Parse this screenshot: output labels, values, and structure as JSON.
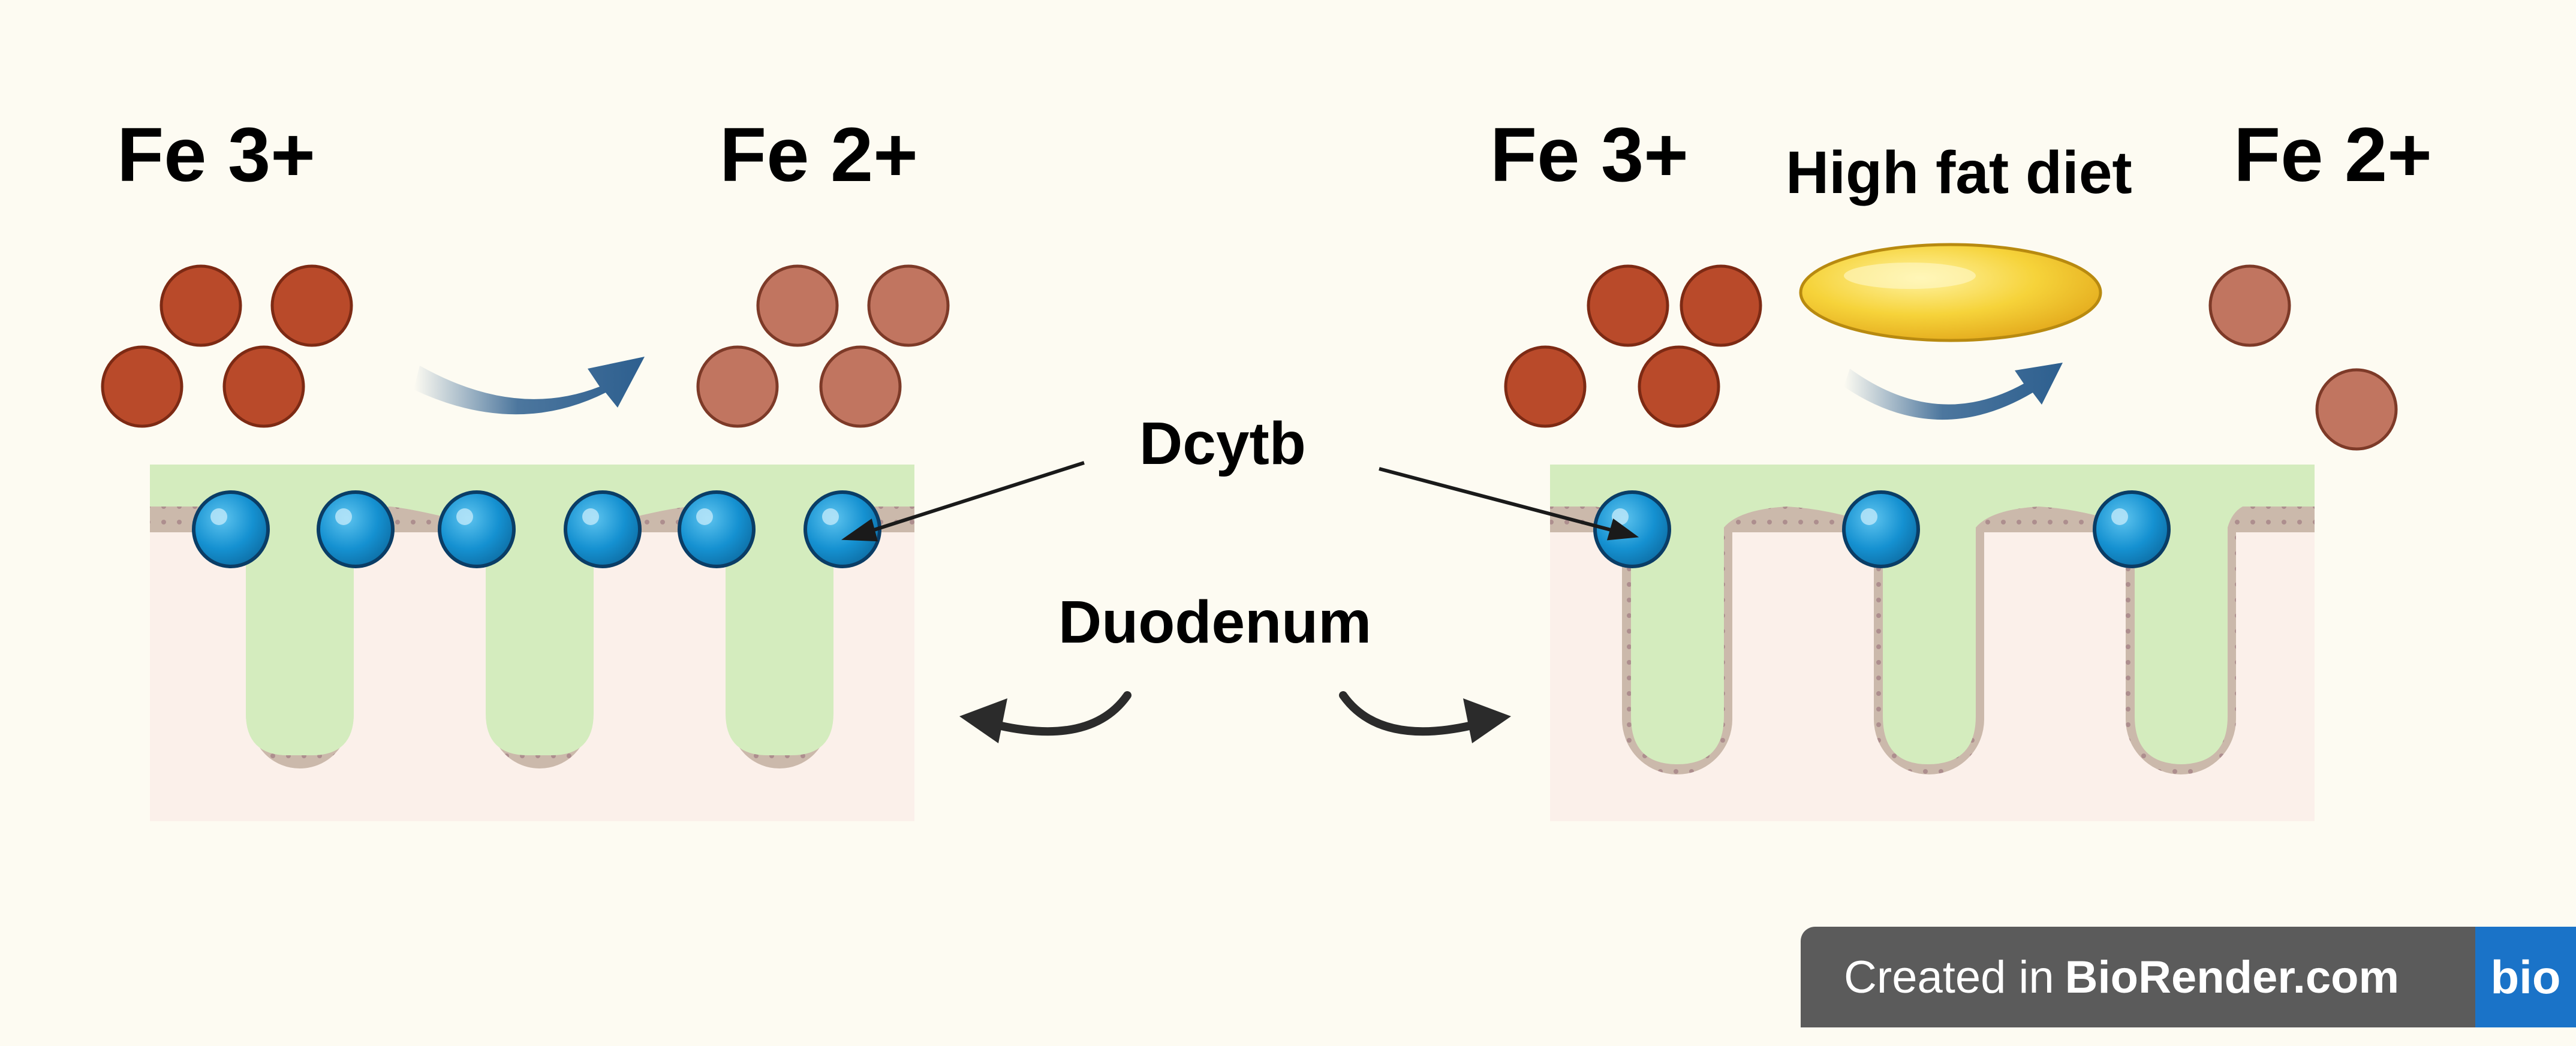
{
  "labels": {
    "left_fe3": "Fe 3+",
    "left_fe2": "Fe 2+",
    "right_fe3": "Fe 3+",
    "right_fe2": "Fe 2+",
    "high_fat_diet": "High fat diet",
    "dcytb": "Dcytb",
    "duodenum": "Duodenum"
  },
  "badge": {
    "prefix": "Created in",
    "brand": "BioRender.com",
    "logo": "bio"
  },
  "colors": {
    "fe3_ion": "#b94a2a",
    "fe2_ion": "#c17560",
    "dcytb_protein": "#1591d1",
    "villus_fill": "#d4ecbe",
    "epithelium": "#cbb9ab",
    "tissue": "#fbf0ea",
    "arrow": "#2d5f8f",
    "fat_droplet": "#f3c52c"
  }
}
